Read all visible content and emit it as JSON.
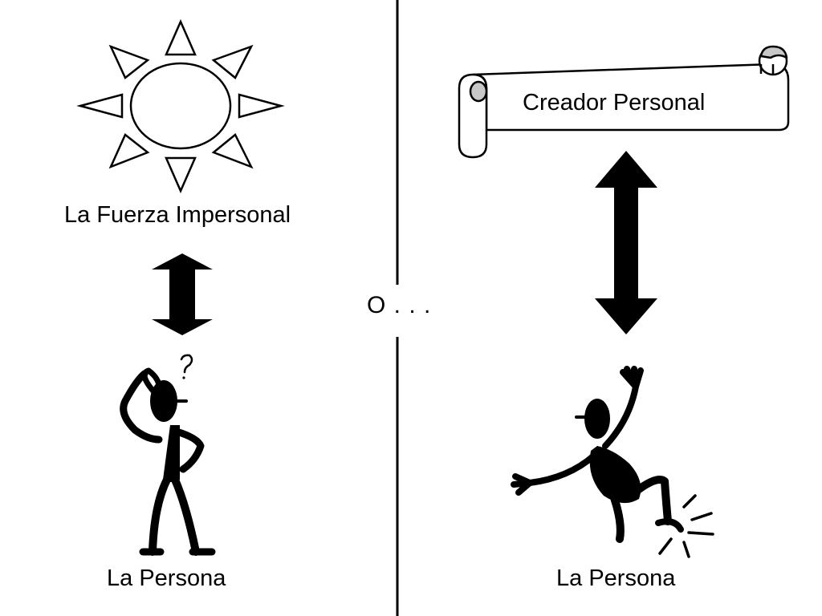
{
  "diagram": {
    "left": {
      "force_label": "La Fuerza Impersonal",
      "person_label": "La Persona"
    },
    "right": {
      "creator_label": "Creador Personal",
      "person_label": "La Persona"
    },
    "divider_label": "O . . ."
  },
  "icons": {
    "sun": "sun-icon",
    "scroll": "scroll-icon",
    "arrow": "double-arrow-icon",
    "confused_person": "confused-person-icon",
    "falling_person": "falling-person-icon"
  },
  "colors": {
    "ink": "#000000",
    "background": "#ffffff",
    "scroll_curl": "#c8c8c8"
  }
}
